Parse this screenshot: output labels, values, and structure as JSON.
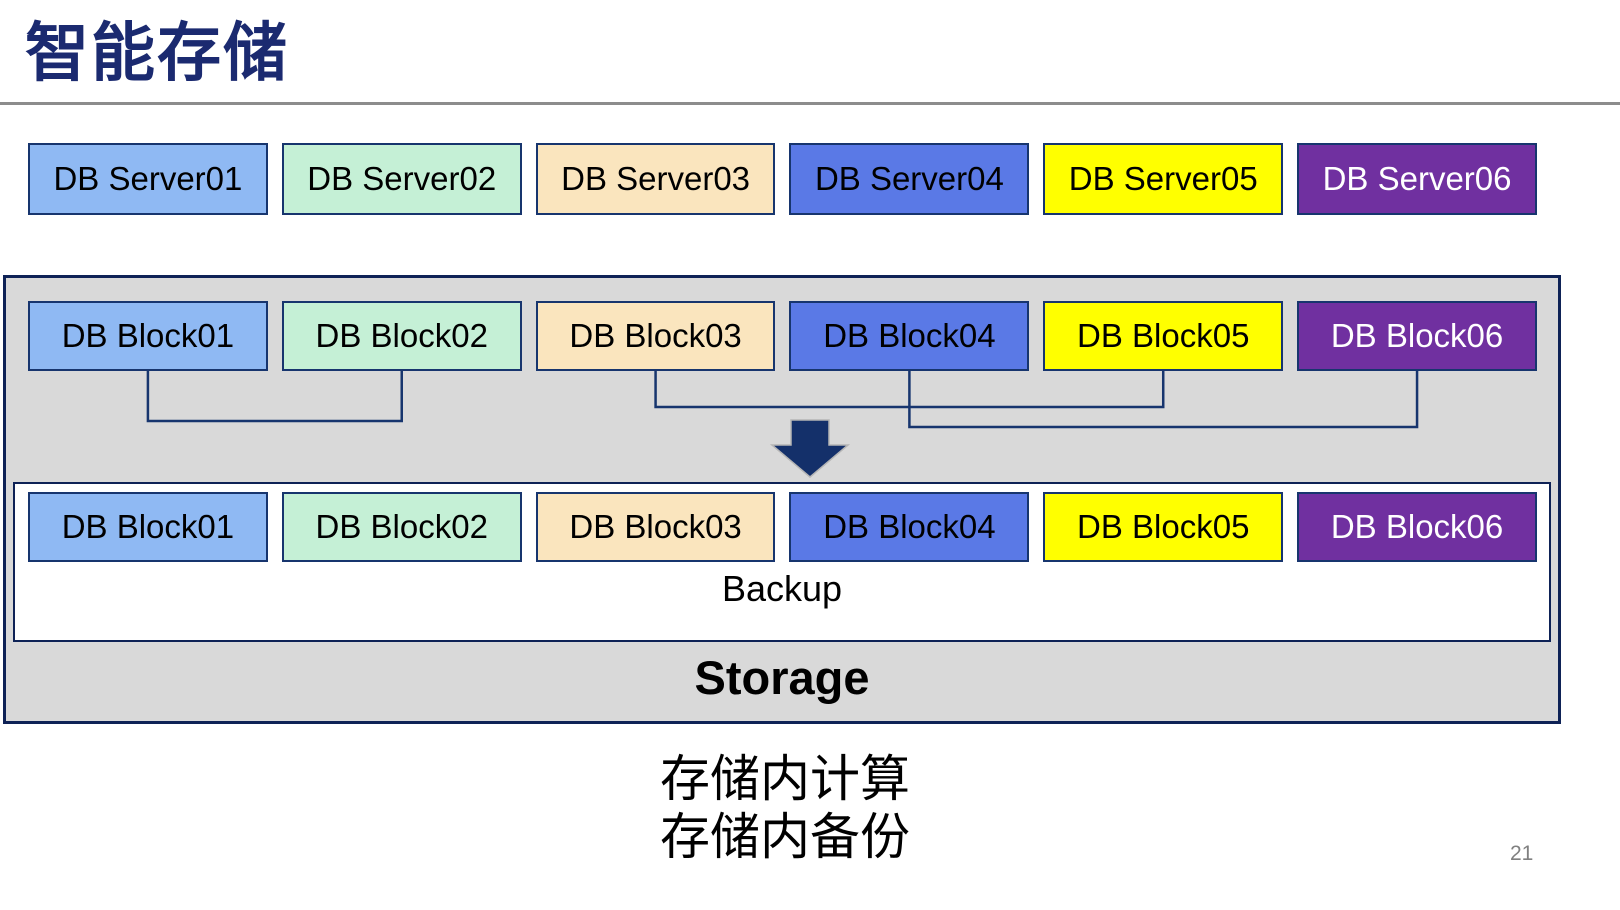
{
  "title": "智能存储",
  "page_number": "21",
  "palette": [
    {
      "name": "light-blue",
      "fill": "#8FB9F3",
      "text": "#000000"
    },
    {
      "name": "mint-green",
      "fill": "#C5F0D6",
      "text": "#000000"
    },
    {
      "name": "wheat",
      "fill": "#FAE5BE",
      "text": "#000000"
    },
    {
      "name": "medium-blue",
      "fill": "#5A79E6",
      "text": "#000000"
    },
    {
      "name": "yellow",
      "fill": "#FFFF00",
      "text": "#000000"
    },
    {
      "name": "purple",
      "fill": "#7030A0",
      "text": "#FFFFFF"
    }
  ],
  "colors": {
    "navy_border": "#17356E",
    "container_border": "#0E2256",
    "title": "#1B2A70",
    "container_fill": "#D9D9D9",
    "divider": "#8C8C8C",
    "page_number": "#808080",
    "arrow": "#14306A"
  },
  "server_row": {
    "items": [
      {
        "label": "DB Server01"
      },
      {
        "label": "DB Server02"
      },
      {
        "label": "DB Server03"
      },
      {
        "label": "DB Server04"
      },
      {
        "label": "DB Server05"
      },
      {
        "label": "DB Server06"
      }
    ]
  },
  "block_row_top": {
    "items": [
      {
        "label": "DB Block01"
      },
      {
        "label": "DB Block02"
      },
      {
        "label": "DB Block03"
      },
      {
        "label": "DB Block04"
      },
      {
        "label": "DB Block05"
      },
      {
        "label": "DB Block06"
      }
    ]
  },
  "block_row_bottom": {
    "items": [
      {
        "label": "DB Block01"
      },
      {
        "label": "DB Block02"
      },
      {
        "label": "DB Block03"
      },
      {
        "label": "DB Block04"
      },
      {
        "label": "DB Block05"
      },
      {
        "label": "DB Block06"
      }
    ]
  },
  "storage": {
    "backup_label": "Backup",
    "storage_label": "Storage"
  },
  "caption": {
    "line1": "存储内计算",
    "line2": "存储内备份"
  },
  "connections": [
    {
      "from": 0,
      "to": 1,
      "drop": 50
    },
    {
      "from": 2,
      "to": 4,
      "drop": 36
    },
    {
      "from": 3,
      "to": 5,
      "drop": 56
    }
  ]
}
